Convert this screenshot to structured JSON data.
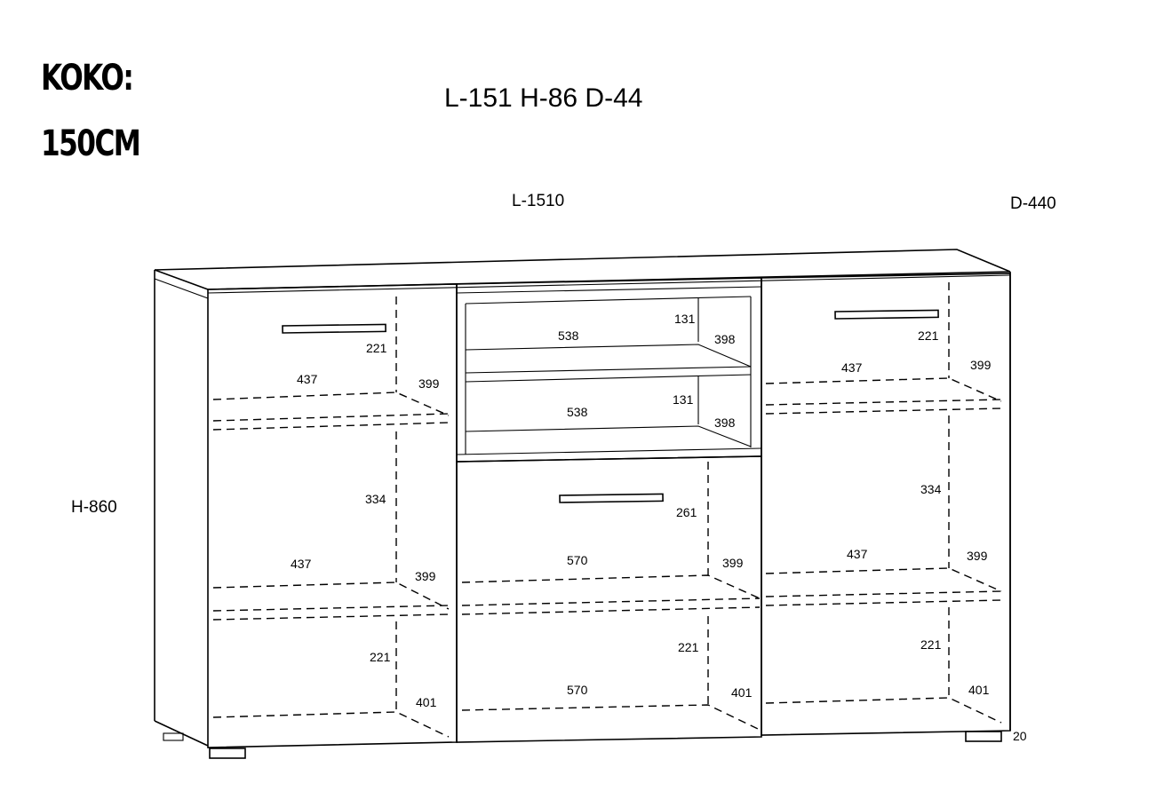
{
  "heading": {
    "line1": "KOKO:",
    "line2": "150CM"
  },
  "dimensions_title": "L-151 H-86 D-44",
  "axis": {
    "length": "L-1510",
    "depth": "D-440",
    "height": "H-860",
    "leg": "20"
  },
  "left_cabinet": {
    "top_height": "221",
    "shelf1_width": "437",
    "shelf1_depth": "399",
    "middle_height": "334",
    "shelf2_width": "437",
    "shelf2_depth": "399",
    "bottom_height": "221",
    "bottom_depth": "401"
  },
  "center_upper": {
    "shelf1_width": "538",
    "shelf1_height": "131",
    "shelf1_depth": "398",
    "shelf2_width": "538",
    "shelf2_height": "131",
    "shelf2_depth": "398"
  },
  "center_lower": {
    "top_height": "261",
    "shelf_width": "570",
    "shelf_depth": "399",
    "bottom_height": "221",
    "bottom_width": "570",
    "bottom_depth": "401"
  },
  "right_cabinet": {
    "top_height": "221",
    "shelf1_width": "437",
    "shelf1_depth": "399",
    "middle_height": "334",
    "shelf2_width": "437",
    "shelf2_depth": "399",
    "bottom_height": "221",
    "bottom_depth": "401"
  }
}
